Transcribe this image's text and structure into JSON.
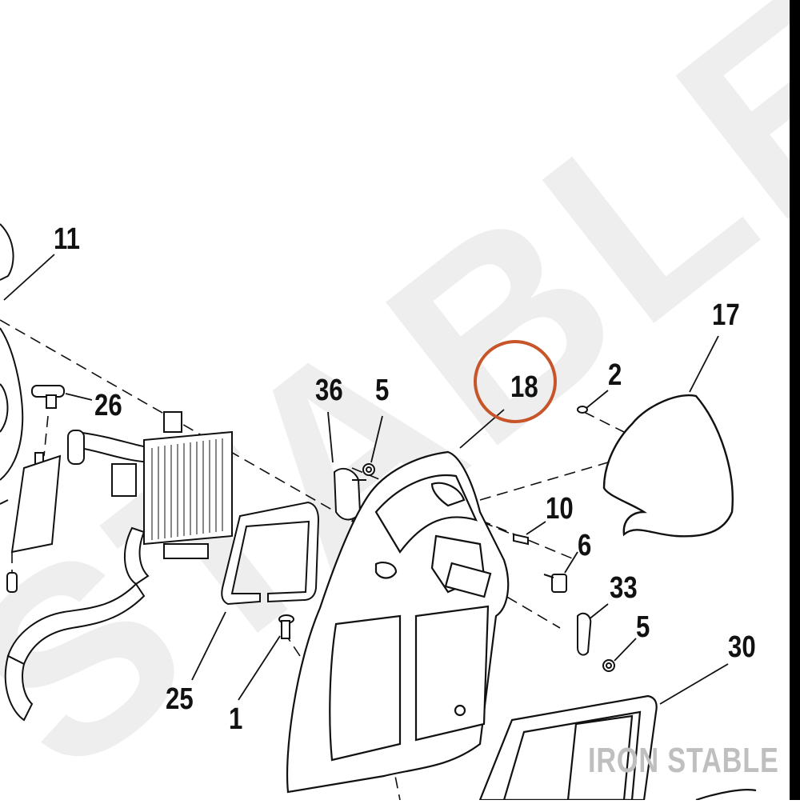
{
  "diagram": {
    "callouts": [
      {
        "id": "c11",
        "label": "11"
      },
      {
        "id": "c26",
        "label": "26"
      },
      {
        "id": "c36",
        "label": "36"
      },
      {
        "id": "c5a",
        "label": "5"
      },
      {
        "id": "c18",
        "label": "18"
      },
      {
        "id": "c2",
        "label": "2"
      },
      {
        "id": "c17",
        "label": "17"
      },
      {
        "id": "c10",
        "label": "10"
      },
      {
        "id": "c6",
        "label": "6"
      },
      {
        "id": "c33",
        "label": "33"
      },
      {
        "id": "c5b",
        "label": "5"
      },
      {
        "id": "c30",
        "label": "30"
      },
      {
        "id": "c25",
        "label": "25"
      },
      {
        "id": "c1",
        "label": "1"
      }
    ],
    "highlight": {
      "target": "18",
      "color": "#c8552a"
    },
    "watermark": "STABLE",
    "brand": "IRON STABLE",
    "colors": {
      "line": "#111111",
      "watermark": "#eeeeee",
      "brand": "#bfbfbf"
    }
  }
}
